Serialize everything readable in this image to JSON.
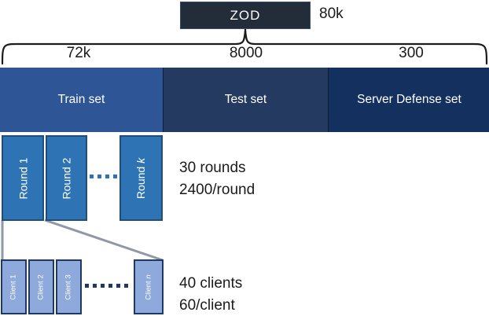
{
  "dataset": {
    "name": "ZOD",
    "total": "80k"
  },
  "split_sizes": {
    "train": "72k",
    "test": "8000",
    "defense": "300"
  },
  "sets": {
    "train": "Train set",
    "test": "Test set",
    "defense": "Server Defense set"
  },
  "rounds": {
    "box1": "Round 1",
    "box2": "Round 2",
    "last_prefix": "Round ",
    "last_var": "k",
    "note1": "30 rounds",
    "note2": "2400/round"
  },
  "clients": {
    "box1": "Client 1",
    "box2": "Client 2",
    "box3": "Client 3",
    "last_prefix": "Client ",
    "last_var": "n",
    "note1": "40 clients",
    "note2": "60/client"
  },
  "colors": {
    "zod_fill": "#232d3a",
    "zod_border": "#35506f",
    "train_fill": "#2e5596",
    "test_fill": "#243a60",
    "defense_fill": "#14305f",
    "round_fill": "#2e74b5",
    "round_border": "#1f4e79",
    "client_fill": "#8ea9db",
    "client_border": "#1f3864",
    "connector": "#8e99a8",
    "brace": "#1c1c1c",
    "ink": "#1a1a1a"
  }
}
